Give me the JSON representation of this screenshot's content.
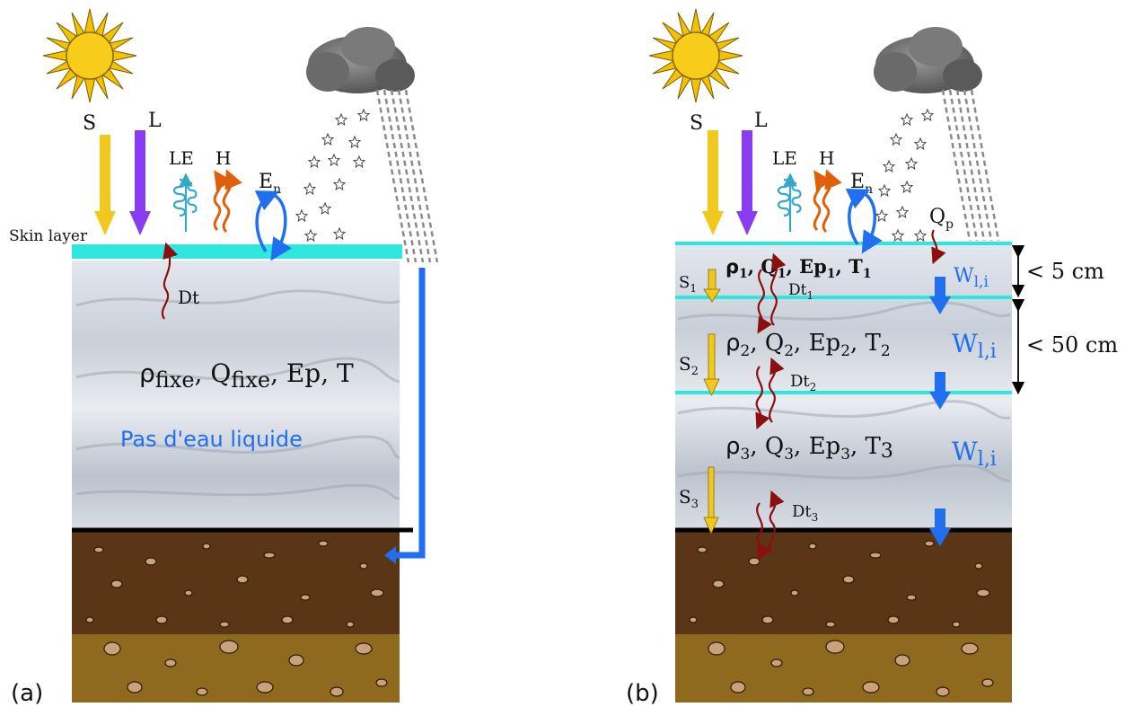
{
  "colors": {
    "sun": "#f2c200",
    "shortwave_arrow": "#f0c81e",
    "longwave_arrow": "#8a3cf0",
    "skin_layer": "#2ee8e0",
    "water_blue": "#1f6ff0",
    "conduction_red": "#8b0f0f",
    "latent_heat_cyan": "#35a8c8",
    "sensible_heat_orange": "#e0600a",
    "soil_dark": "#5a3617",
    "soil_light": "#8f6a1e",
    "stone": "#c9a27a"
  },
  "icons": [
    "sun-icon",
    "cloud-icon",
    "snowflake-icon",
    "rain-icon",
    "pebble-icon"
  ],
  "panel_a": {
    "label": "(a)",
    "sw_label": "S",
    "lw_label": "L",
    "latent_label": "LE",
    "sensible_label": "H",
    "energy_main": "E",
    "energy_sub": "n",
    "skin_layer_label": "Skin layer",
    "conduction_label": "Dt",
    "properties": {
      "rho": "ρ",
      "rho_sub": "fixe",
      "q": "Q",
      "q_sub": "fixe",
      "rest": ", Ep, T"
    },
    "no_liquid_water": "Pas d'eau liquide"
  },
  "panel_b": {
    "label": "(b)",
    "sw_label": "S",
    "lw_label": "L",
    "latent_label": "LE",
    "sensible_label": "H",
    "energy_main": "E",
    "energy_sub": "n",
    "precip_main": "Q",
    "precip_sub": "p",
    "layers": [
      {
        "n": "1",
        "s": "S",
        "dt": "Dt",
        "w_main": "W",
        "w_sub": "l,i"
      },
      {
        "n": "2",
        "s": "S",
        "dt": "Dt",
        "w_main": "W",
        "w_sub": "l,i"
      },
      {
        "n": "3",
        "s": "S",
        "dt": "Dt",
        "w_main": "W",
        "w_sub": "l,i"
      }
    ],
    "prop_rho": "ρ",
    "prop_q": "Q",
    "prop_ep": "Ep",
    "prop_t": "T",
    "thickness_1": "< 5 cm",
    "thickness_2": "< 50 cm"
  }
}
